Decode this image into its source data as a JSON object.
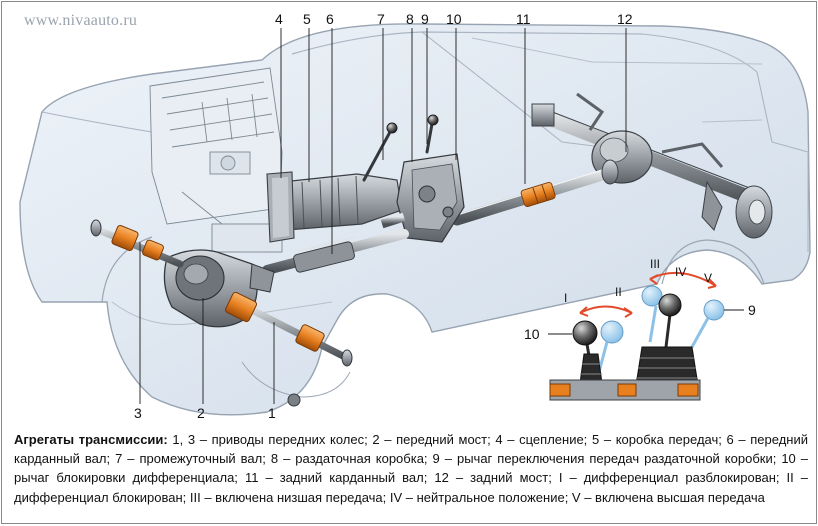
{
  "watermark": "www.nivaauto.ru",
  "callouts": {
    "n4": "4",
    "n5": "5",
    "n6": "6",
    "n7": "7",
    "n8": "8",
    "n9": "9",
    "n10": "10",
    "n11": "11",
    "n12": "12",
    "n3": "3",
    "n2": "2",
    "n1": "1"
  },
  "inset": {
    "I": "I",
    "II": "II",
    "III": "III",
    "IV": "IV",
    "V": "V",
    "lever10": "10",
    "lever9": "9"
  },
  "caption": {
    "title": "Агрегаты трансмиссии:",
    "body": " 1, 3 – приводы передних колес; 2 – передний мост; 4 – сцепление; 5 – коробка передач; 6 – передний карданный вал; 7 – промежуточный вал; 8 – раздаточная коробка; 9 – рычаг переключения передач раздаточной коробки; 10 – рычаг блокировки дифференциала; 11 – задний карданный вал; 12 – задний мост; I – дифференциал разблокирован; II – дифференциал блокирован; III – включена низшая передача; IV – нейтральное положение; V – включена высшая передача"
  },
  "colors": {
    "body_fill": "#dfe9f4",
    "outline": "#8e98a4",
    "metal": "#b9bec4",
    "metal_dark": "#6f757c",
    "shaft": "#8a8f93",
    "shaft_light": "#c9cdd0",
    "boot_orange": "#e8801f",
    "arrow_red": "#e24a2a",
    "ghost_blue": "#a9d3f0"
  }
}
